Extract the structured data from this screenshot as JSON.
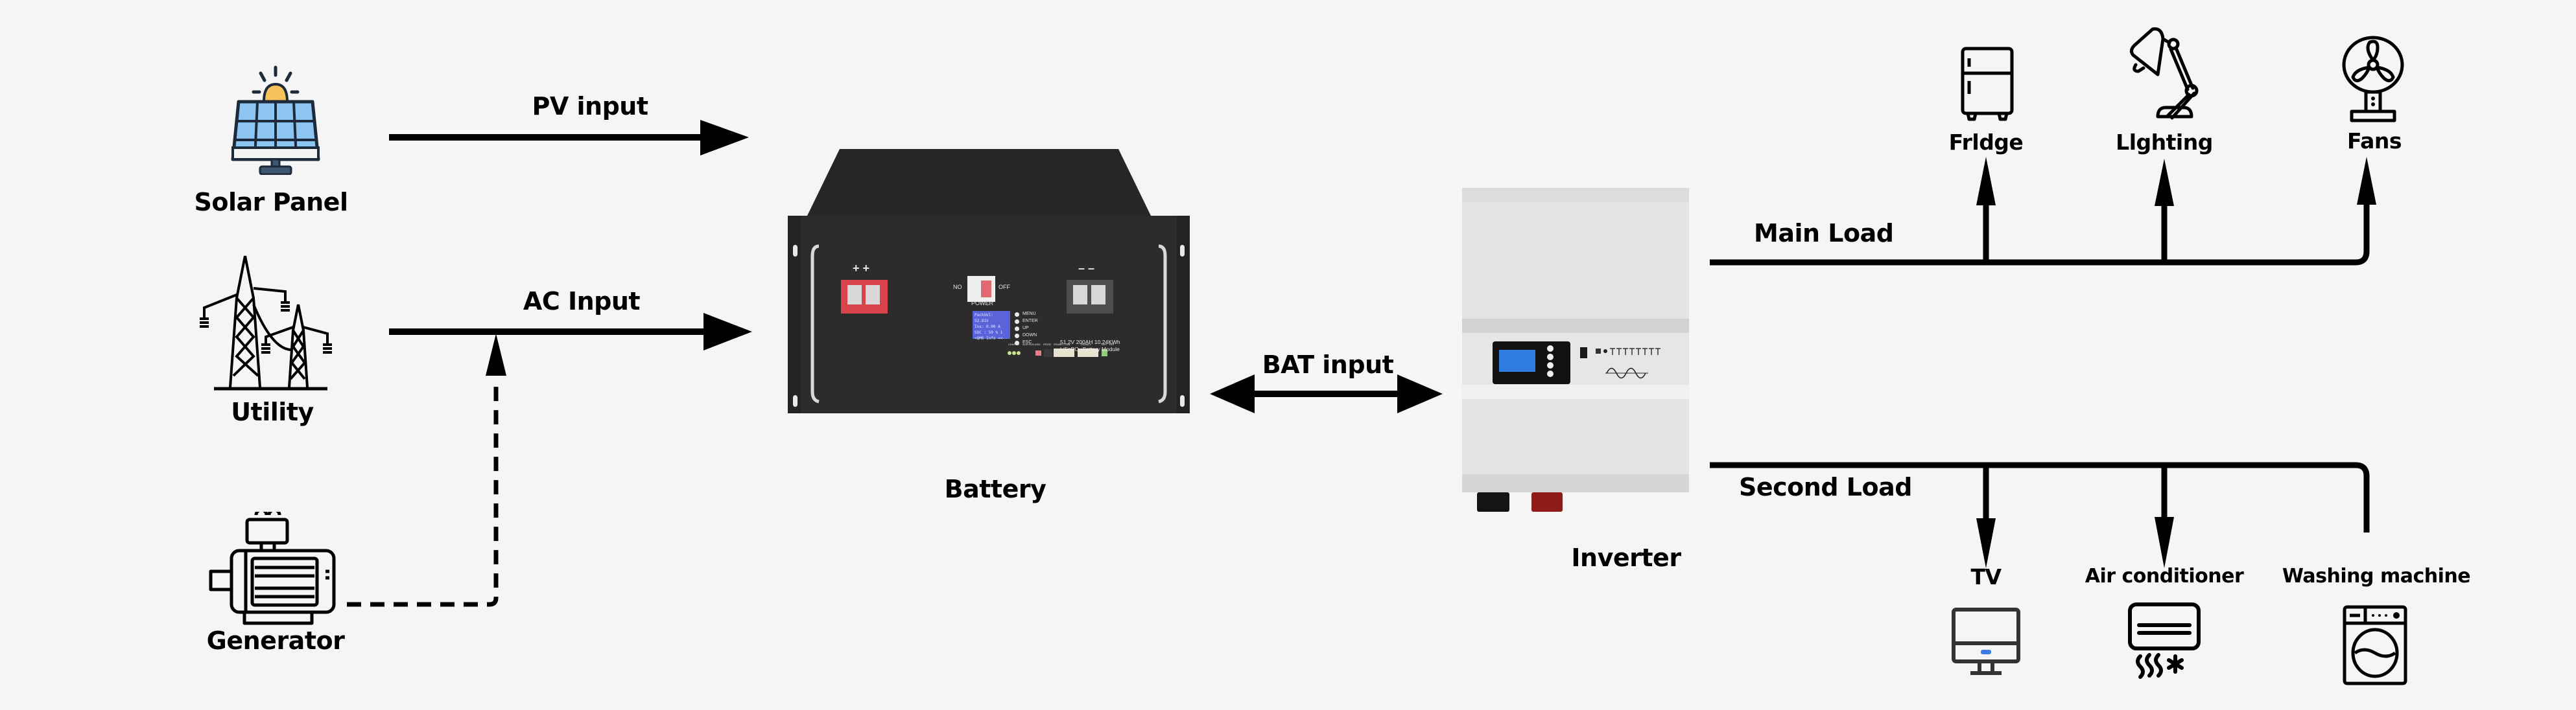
{
  "title": "Solar inverter system wiring diagram",
  "colors": {
    "background": "#f5f5f5",
    "line": "#000000",
    "battery_body": "#2b2b2b",
    "battery_positive_terminal": "#d9444a",
    "battery_negative_terminal": "#4d4d4d",
    "battery_lcd": "#5b63d8",
    "inverter_body": "#e4e4e2",
    "inverter_lcd": "#2f7de0",
    "solar_cell": "#8cc4f2",
    "sun": "#f6c45a",
    "tv_indicator": "#3a7ee0"
  },
  "sources": [
    {
      "id": "solar",
      "label": "Solar Panel",
      "icon": "solar-panel-icon",
      "connection": "PV input"
    },
    {
      "id": "utility",
      "label": "Utility",
      "icon": "power-tower-icon",
      "connection": "AC Input"
    },
    {
      "id": "generator",
      "label": "Generator",
      "icon": "generator-icon",
      "connection": "AC Input (dashed)"
    }
  ],
  "connections": {
    "pv_input": "PV input",
    "ac_input": "AC Input",
    "bat_input": "BAT input"
  },
  "battery": {
    "label": "Battery",
    "positive_symbol": "+ +",
    "negative_symbol": "– –",
    "switch_on": "NO",
    "switch_off": "OFF",
    "switch_caption": "POWER",
    "lcd_lines": [
      "PackVol: 52.81V",
      "Ins:    0.00 A",
      "SOC :  59 % 1",
      "<QMS Info <<--"
    ],
    "buttons": [
      "MENU",
      "ENTER",
      "UP",
      "DOWN",
      "ESC"
    ],
    "ports": [
      "CHARGE",
      "ALM RUN",
      "ADD",
      "RS232",
      "RS485-1 CAN",
      "RS485-2",
      "DRY",
      "RST"
    ],
    "spec_line1": "51.2V 200AH 10.24KWh",
    "spec_line2": "LiFePO₄ Battery Module"
  },
  "inverter": {
    "label": "Inverter"
  },
  "main_load": {
    "label": "Main Load",
    "items": [
      {
        "label": "Frldge",
        "icon": "fridge-icon"
      },
      {
        "label": "Llghting",
        "icon": "desk-lamp-icon"
      },
      {
        "label": "Fans",
        "icon": "fan-icon"
      }
    ]
  },
  "second_load": {
    "label": "Second Load",
    "items": [
      {
        "label": "TV",
        "icon": "tv-icon"
      },
      {
        "label": "Air conditioner",
        "icon": "air-conditioner-icon"
      },
      {
        "label": "Washing machine",
        "icon": "washing-machine-icon"
      }
    ]
  }
}
